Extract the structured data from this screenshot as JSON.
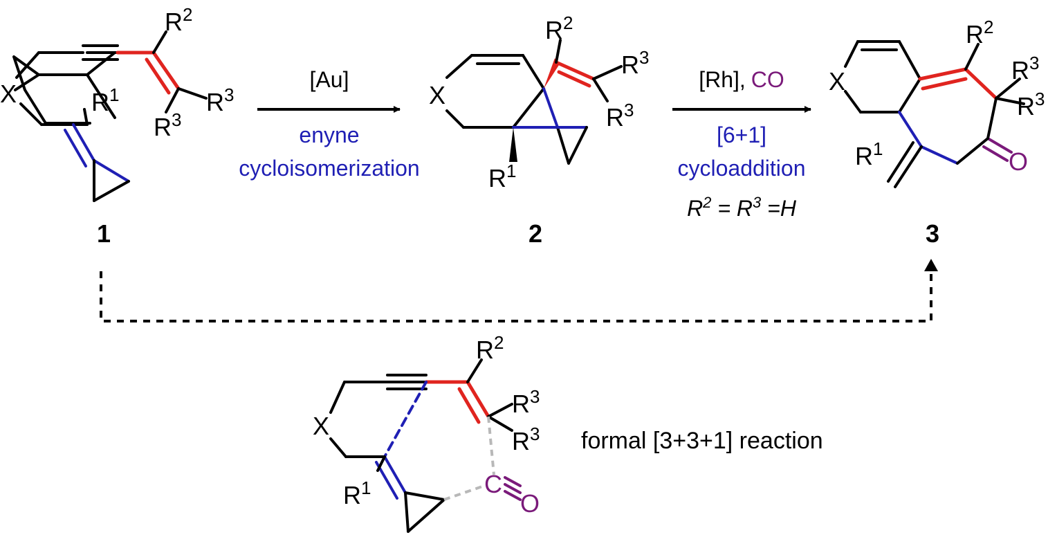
{
  "colors": {
    "red": "#e0241f",
    "blue": "#1f1fb4",
    "purple": "#7a1a7a",
    "gray": "#b8b8b8"
  },
  "labels": {
    "X": "X",
    "R": "R",
    "O": "O",
    "C": "C",
    "sup1": "1",
    "sup2": "2",
    "sup3": "3"
  },
  "compounds": {
    "c1": "1",
    "c2": "2",
    "c3": "3"
  },
  "step1": {
    "reagent": "[Au]",
    "line1": "enyne",
    "line2": "cycloisomerization"
  },
  "step2": {
    "reagent_rh": "[Rh],",
    "reagent_co": "CO",
    "line1": "[6+1]",
    "line2": "cycloaddition",
    "cond_r2": "R",
    "cond_mid": " = R",
    "cond_end": " =H"
  },
  "bottom": {
    "caption": "formal [3+3+1] reaction"
  }
}
